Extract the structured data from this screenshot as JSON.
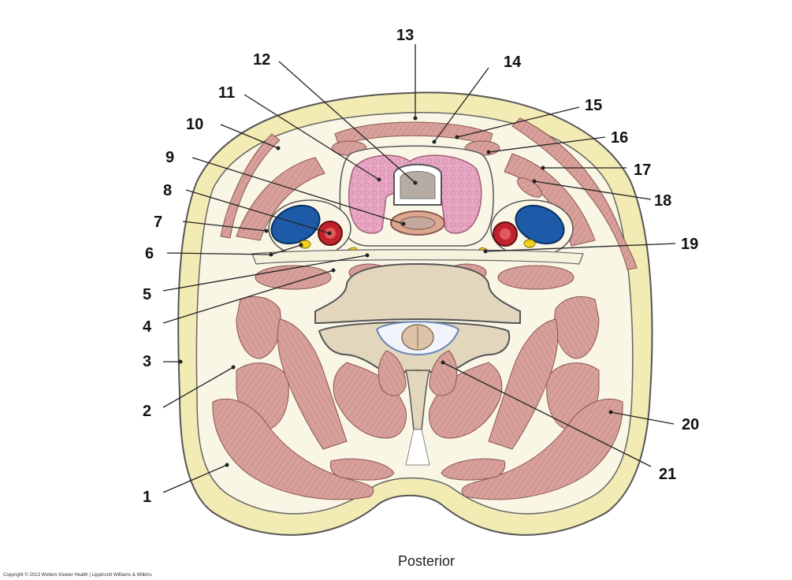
{
  "orientation": "Posterior",
  "copyright": "Copyright © 2013 Wolters Kluwer Health | Lippincott Williams & Wilkins",
  "colors": {
    "skin_fat": "#f2ebb3",
    "muscle": "#d8a09a",
    "muscle_dark": "#b7776f",
    "fascia": "#faf6e6",
    "bone": "#e2d6bd",
    "thyroid": "#e8a8c3",
    "vein": "#1d5ba8",
    "artery": "#c0232b",
    "nerve": "#f2d11a"
  },
  "labels": [
    {
      "id": "1",
      "text": "1"
    },
    {
      "id": "2",
      "text": "2"
    },
    {
      "id": "3",
      "text": "3"
    },
    {
      "id": "4",
      "text": "4"
    },
    {
      "id": "5",
      "text": "5"
    },
    {
      "id": "6",
      "text": "6"
    },
    {
      "id": "7",
      "text": "7"
    },
    {
      "id": "8",
      "text": "8"
    },
    {
      "id": "9",
      "text": "9"
    },
    {
      "id": "10",
      "text": "10"
    },
    {
      "id": "11",
      "text": "11"
    },
    {
      "id": "12",
      "text": "12"
    },
    {
      "id": "13",
      "text": "13"
    },
    {
      "id": "14",
      "text": "14"
    },
    {
      "id": "15",
      "text": "15"
    },
    {
      "id": "16",
      "text": "16"
    },
    {
      "id": "17",
      "text": "17"
    },
    {
      "id": "18",
      "text": "18"
    },
    {
      "id": "19",
      "text": "19"
    },
    {
      "id": "20",
      "text": "20"
    },
    {
      "id": "21",
      "text": "21"
    }
  ]
}
